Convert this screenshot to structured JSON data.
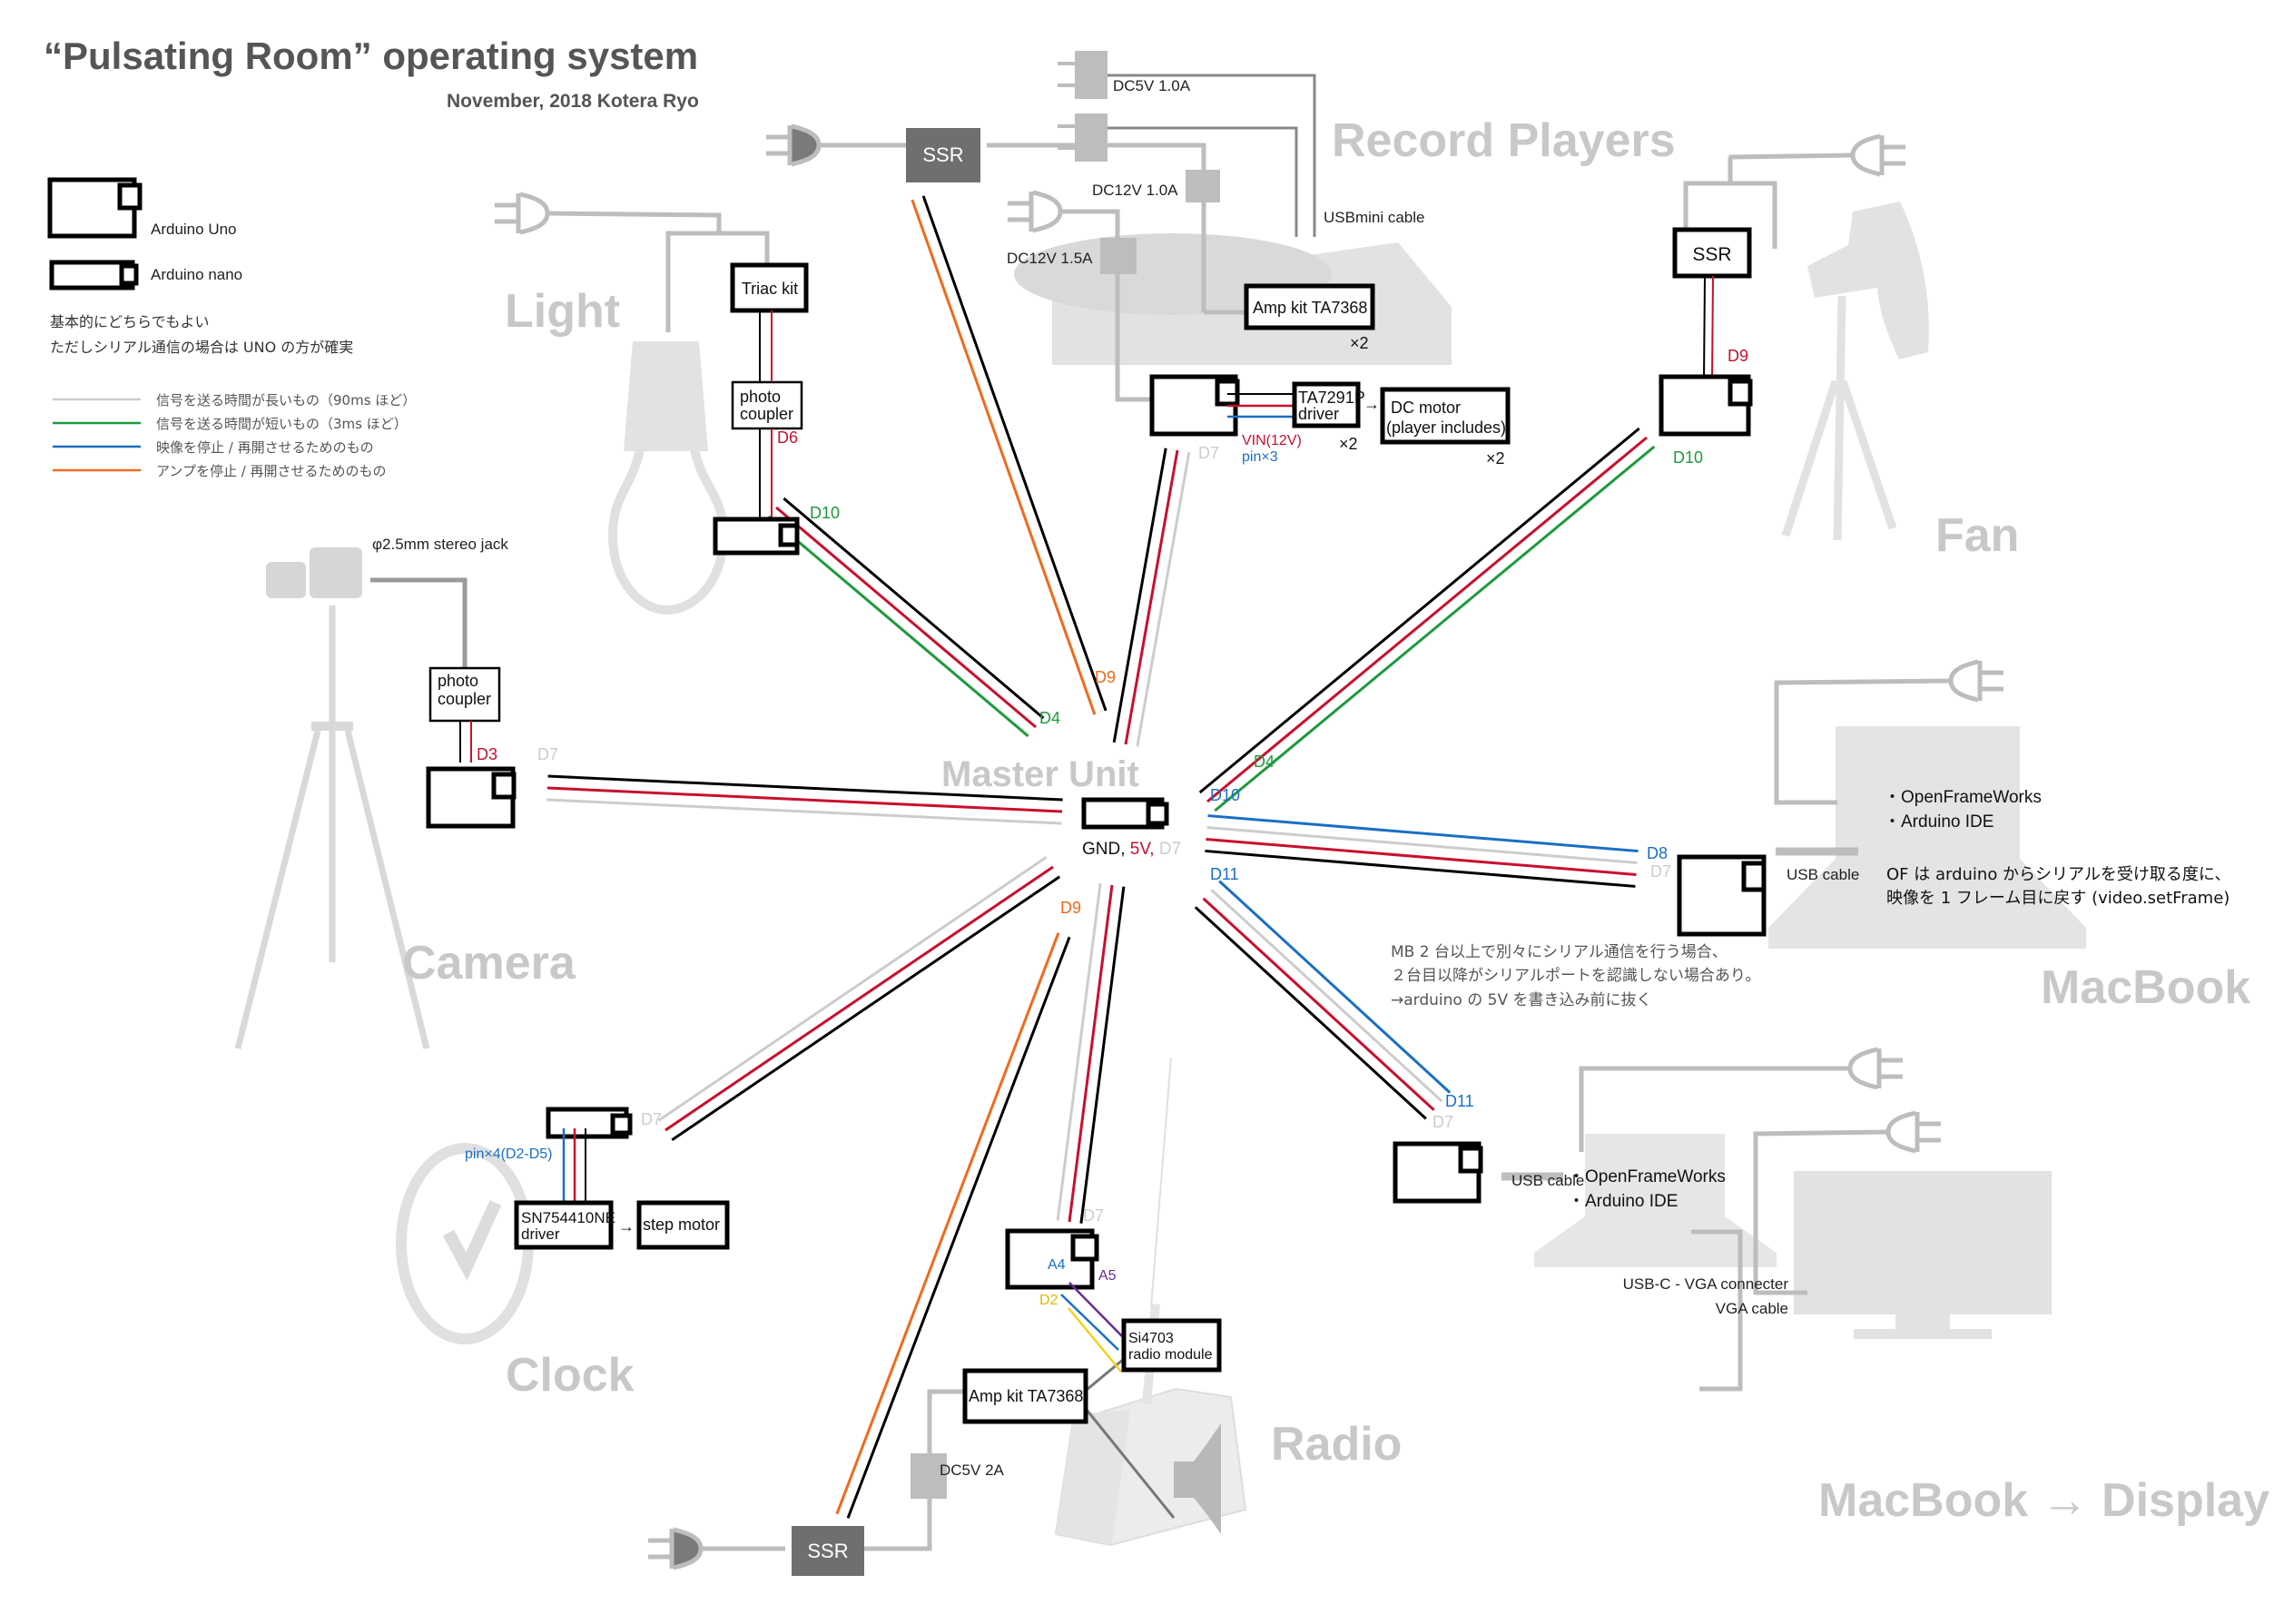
{
  "header": {
    "title": "“Pulsating Room”  operating system",
    "subtitle": "November, 2018    Kotera Ryo"
  },
  "legend": {
    "uno_label": "Arduino Uno",
    "nano_label": "Arduino nano",
    "note_line1": "基本的にどちらでもよい",
    "note_line2": "ただしシリアル通信の場合は UNO の方が確実",
    "lines": [
      {
        "color": "#cccccc",
        "label": "信号を送る時間が長いもの（90ms ほど）"
      },
      {
        "color": "#1e9a3c",
        "label": "信号を送る時間が短いもの（3ms ほど）"
      },
      {
        "color": "#1a6fc4",
        "label": "映像を停止 / 再開させるためのもの"
      },
      {
        "color": "#f06a1a",
        "label": "アンプを停止 / 再開させるためのもの"
      }
    ]
  },
  "colors": {
    "gnd": "#000000",
    "v5": "#c8102e",
    "long_signal": "#cccccc",
    "short_signal": "#1e9a3c",
    "video_signal": "#1a6fc4",
    "amp_signal": "#f06a1a",
    "purple": "#6a2c91",
    "yellow": "#f2d21b",
    "device_gray": "#c8c8c8",
    "ssr_fill": "#6f6f6f"
  },
  "master": {
    "title": "Master Unit",
    "pins_gnd": "GND,",
    "pins_5v": " 5V,",
    "pins_d7": " D7"
  },
  "light": {
    "title": "Light",
    "triac": "Triac kit",
    "coupler_1": "photo",
    "coupler_2": "coupler",
    "pin_local": "D6",
    "pin_master": "D4",
    "pin_device": "D10"
  },
  "record": {
    "title": "Record Players",
    "ssr": "SSR",
    "dc5v": "DC5V 1.0A",
    "dc12v_1": "DC12V 1.0A",
    "dc12v_2": "DC12V 1.5A",
    "usbmini": "USBmini cable",
    "amp": "Amp kit TA7368",
    "amp_mult": "×2",
    "driver_1": "TA7291P",
    "driver_2": "driver",
    "driver_mult": "×2",
    "arrow": "→",
    "motor_1": "DC motor",
    "motor_2": "(player includes)",
    "motor_mult": "×2",
    "vin": "VIN(12V)",
    "pins": "pin×3",
    "pin_d7": "D7",
    "ssr_pin": "D9"
  },
  "fan": {
    "title": "Fan",
    "ssr": "SSR",
    "pin_local": "D9",
    "pin_device": "D10",
    "pin_master": "D4"
  },
  "camera": {
    "title": "Camera",
    "jack": "φ2.5mm stereo jack",
    "coupler_1": "photo",
    "coupler_2": "coupler",
    "pin_local": "D3",
    "pin_d7": "D7"
  },
  "macbook1": {
    "title": "MacBook",
    "pin_master": "D10",
    "pin_device": "D8",
    "pin_d7": "D7",
    "usb": "USB cable",
    "sw1": "・OpenFrameWorks",
    "sw2": "・Arduino IDE",
    "desc1": "OF は arduino からシリアルを受け取る度に、",
    "desc2": "映像を 1 フレーム目に戻す (video.setFrame)"
  },
  "serial_note": {
    "line1": "MB 2 台以上で別々にシリアル通信を行う場合、",
    "line2": "２台目以降がシリアルポートを認識しない場合あり。",
    "line3": "→arduino の 5V を書き込み前に抜く"
  },
  "macbook2": {
    "title": "MacBook → Display",
    "pin_master": "D11",
    "pin_device": "D11",
    "pin_d7": "D7",
    "usb": "USB cable",
    "sw1": "・OpenFrameWorks",
    "sw2": "・Arduino IDE",
    "vga1": "USB-C - VGA connecter",
    "vga2": "VGA cable"
  },
  "clock": {
    "title": "Clock",
    "pin_d7": "D7",
    "pins": "pin×4(D2-D5)",
    "driver_1": "SN754410NE",
    "driver_2": "driver",
    "arrow": "→",
    "motor": "step motor"
  },
  "radio": {
    "title": "Radio",
    "pin_d7": "D7",
    "a4": "A4",
    "a5": "A5",
    "d2": "D2",
    "module_1": "Si4703",
    "module_2": "radio module",
    "amp": "Amp kit TA7368",
    "dc": "DC5V 2A",
    "ssr": "SSR",
    "ssr_pin": "D9"
  }
}
